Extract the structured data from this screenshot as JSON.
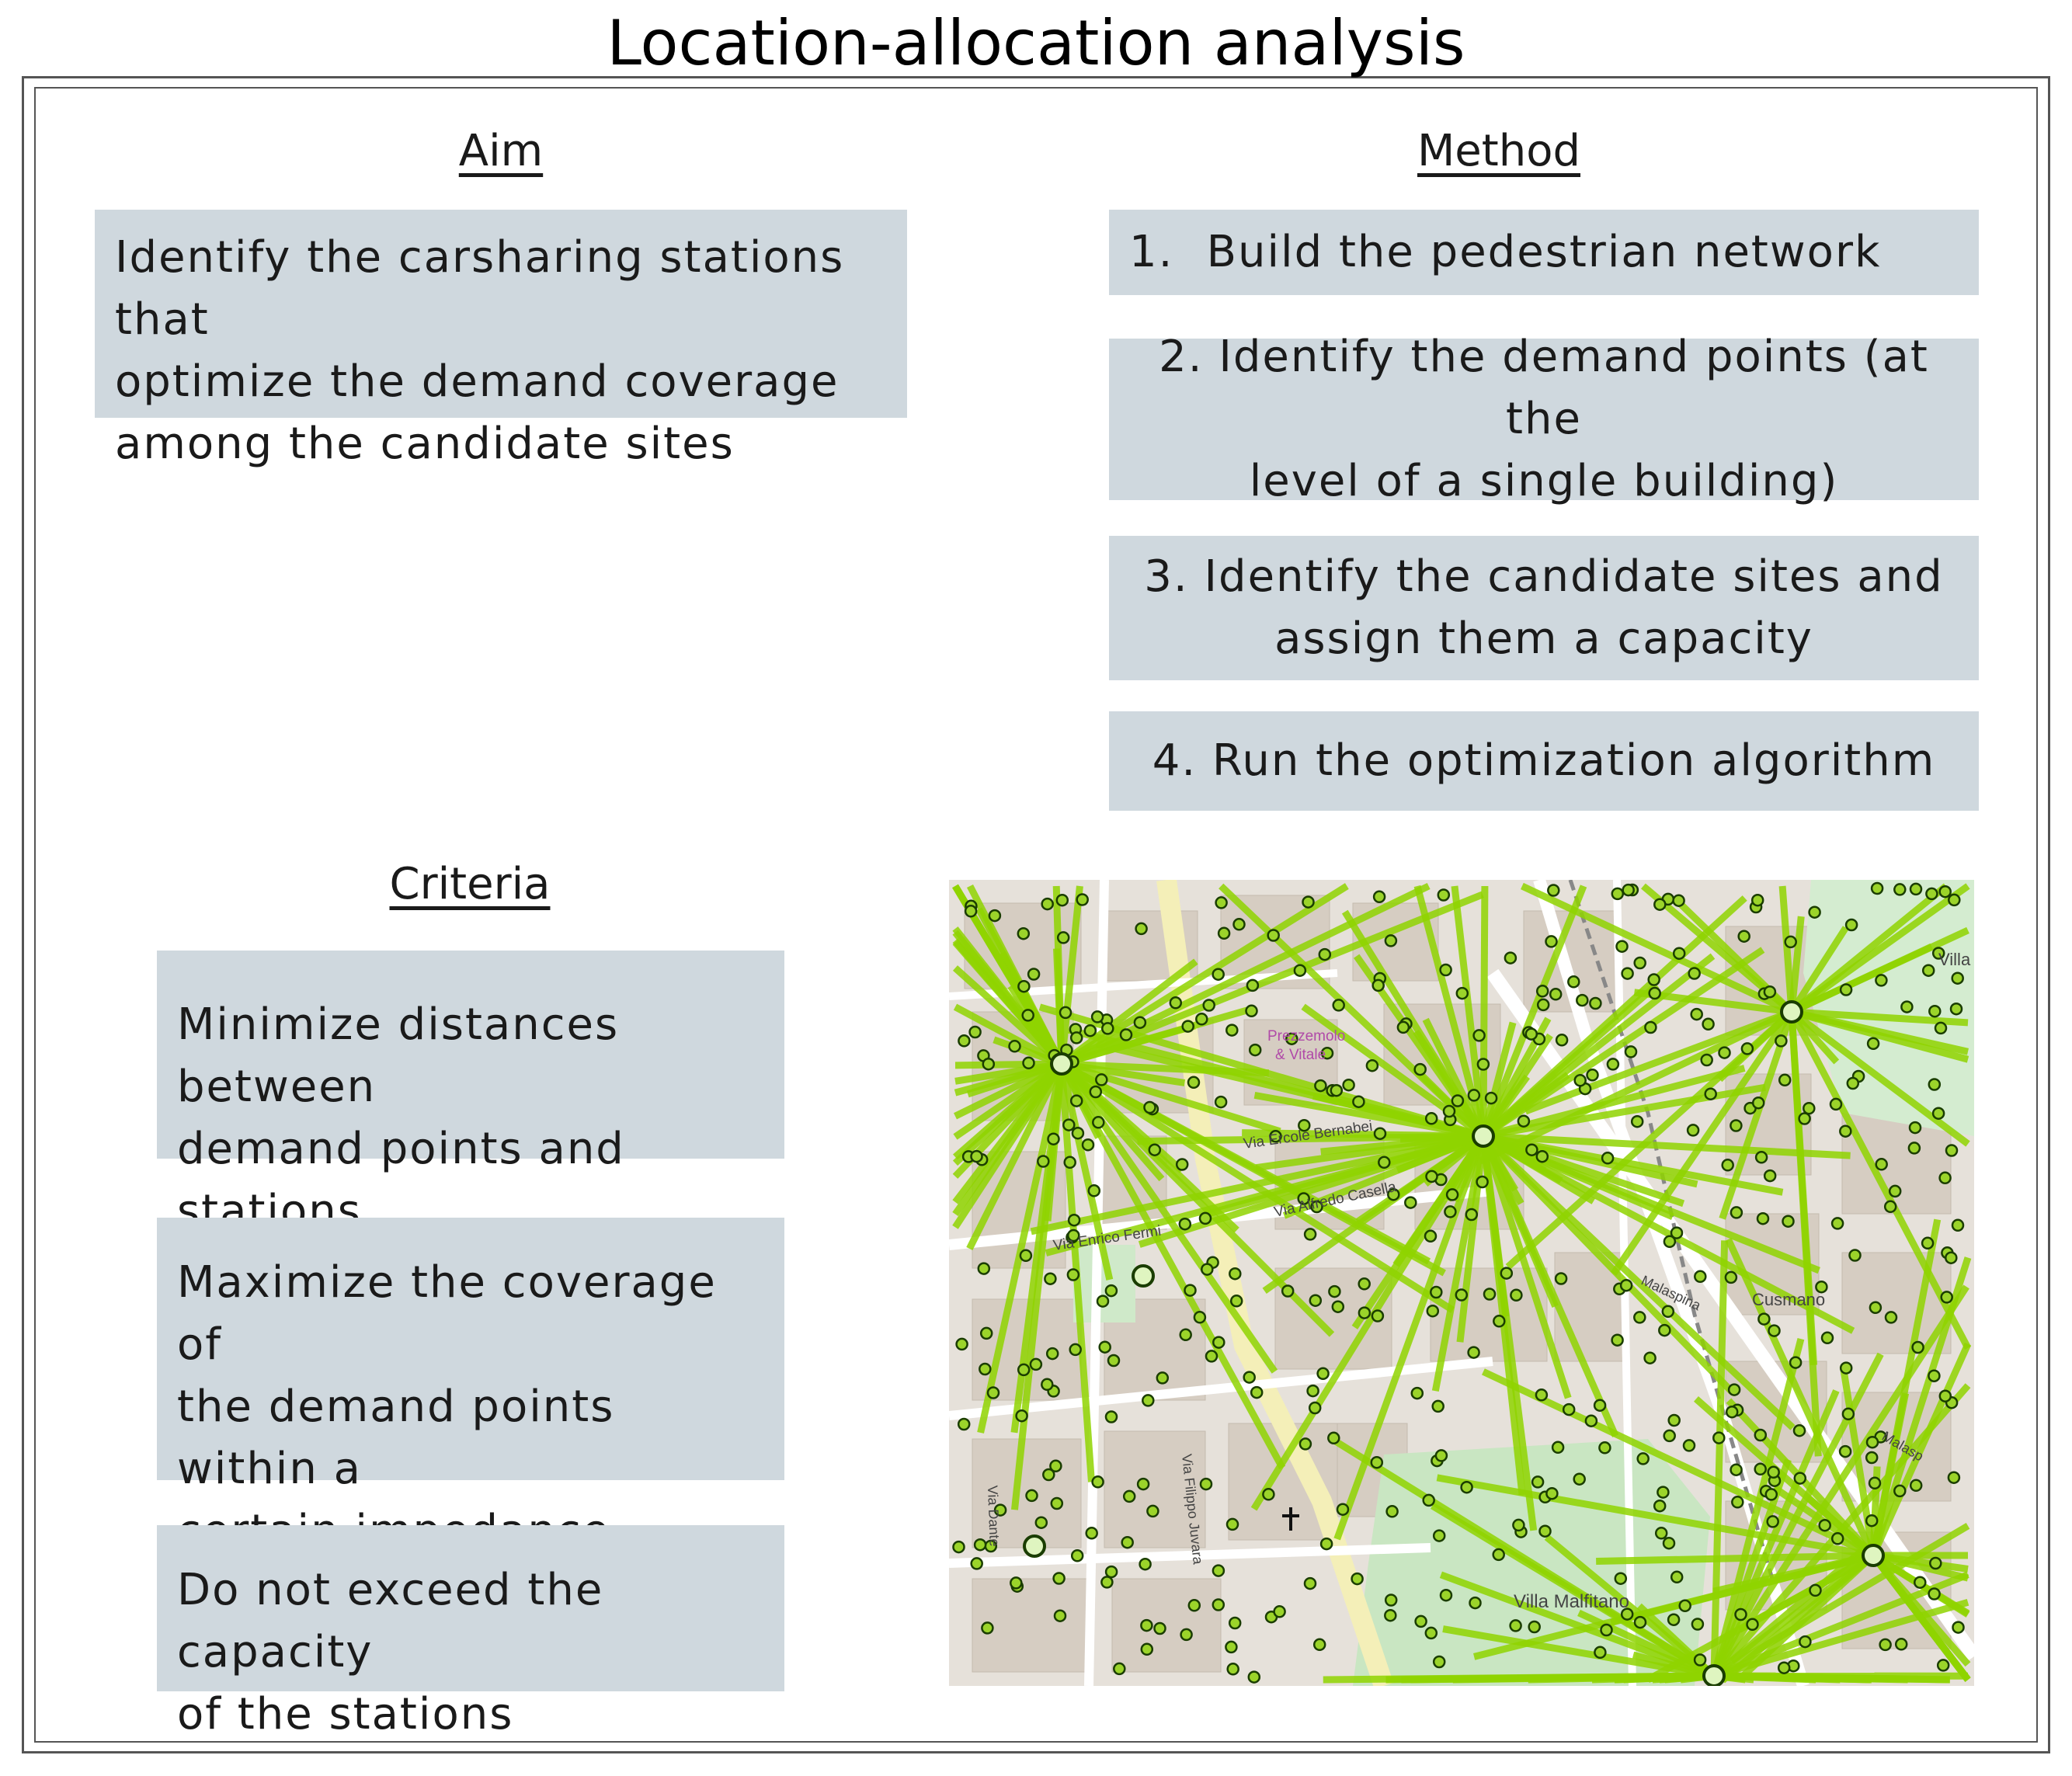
{
  "title": "Location-allocation analysis",
  "aim": {
    "heading": "Aim",
    "lines": [
      "Identify the carsharing stations that",
      "optimize the demand coverage",
      "among the candidate sites"
    ]
  },
  "method": {
    "heading": "Method",
    "steps": [
      {
        "num": "1.",
        "text": "Build the pedestrian network"
      },
      {
        "lines": [
          "2. Identify the demand points (at the",
          "level of a single building)"
        ]
      },
      {
        "lines": [
          "3. Identify the candidate sites and",
          "assign them a capacity"
        ]
      },
      {
        "text": "4. Run the optimization algorithm"
      }
    ]
  },
  "criteria": {
    "heading": "Criteria",
    "items": [
      {
        "lines": [
          "Minimize distances between",
          "demand points and stations"
        ]
      },
      {
        "lines": [
          "Maximize the coverage of",
          "the demand points within a",
          "certain impedance"
        ]
      },
      {
        "lines": [
          "Do not exceed the capacity",
          "of the stations"
        ]
      }
    ]
  },
  "map": {
    "labels": {
      "villa_malfitano": "Villa Malfitano",
      "villa": "Villa",
      "via_ercole_bernabei": "Via Ercole Bernabei",
      "via_alfredo_casella": "Via Alfredo Casella",
      "via_enrico_fermi": "Via Enrico Fermi",
      "prezzemolo": "Prezzemolo",
      "and_vitale": "& Vitale",
      "cusmano": "Cusmano",
      "malaspina": "Malaspina",
      "malasp": "Malasp",
      "via_dante": "Via Dante",
      "via_libertà": "Via Filippo Juvara"
    },
    "colors": {
      "line": "#8fd400",
      "point_fill": "#9bd42a",
      "point_stroke": "#1a3d00",
      "park": "#cde8c8",
      "road": "#ffffff",
      "building": "#d8d0c6"
    }
  }
}
